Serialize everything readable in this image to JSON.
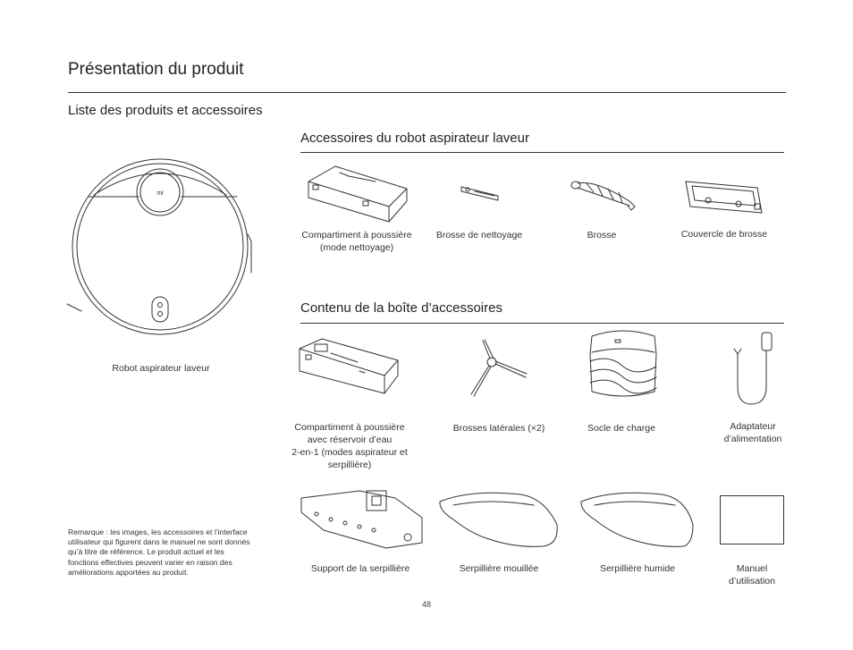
{
  "header": {
    "title": "Présentation du produit",
    "subtitle": "Liste des produits et accessoires"
  },
  "robot": {
    "label": "Robot aspirateur laveur",
    "logo": "mi"
  },
  "sections": {
    "robot_accessories": "Accessoires du robot aspirateur laveur",
    "box_contents": "Contenu de la boîte d’accessoires"
  },
  "accessories": {
    "dustbin_l1": "Compartiment à poussière",
    "dustbin_l2": "(mode nettoyage)",
    "cleaning_brush": "Brosse de nettoyage",
    "brush": "Brosse",
    "brush_cover": "Couvercle de brosse"
  },
  "box": {
    "combo_l1": "Compartiment à poussière",
    "combo_l2": "avec réservoir d’eau",
    "combo_l3": "2-en-1 (modes aspirateur et",
    "combo_l4": "serpillière)",
    "side_brushes": "Brosses latérales (×2)",
    "dock": "Socle de charge",
    "adapter_l1": "Adaptateur",
    "adapter_l2": "d’alimentation",
    "mop_mount": "Support de la serpillière",
    "wet_mop": "Serpillière mouillée",
    "damp_mop": "Serpillière humide",
    "manual_l1": "Manuel",
    "manual_l2": "d’utilisation"
  },
  "note": "Remarque : les images, les accessoires et l’interface utilisateur qui figurent dans le manuel ne sont donnés qu’à titre de référence. Le produit actuel et les fonctions effectives peuvent varier en raison des améliorations apportées au produit.",
  "page_number": "48",
  "icons": [
    "robot-vacuum-illustration",
    "dustbin-illustration",
    "cleaning-brush-illustration",
    "main-brush-illustration",
    "brush-cover-illustration",
    "water-tank-dustbin-illustration",
    "side-brush-illustration",
    "charging-dock-illustration",
    "power-adapter-illustration",
    "mop-mount-illustration",
    "mop-cloth-illustration",
    "manual-illustration"
  ]
}
